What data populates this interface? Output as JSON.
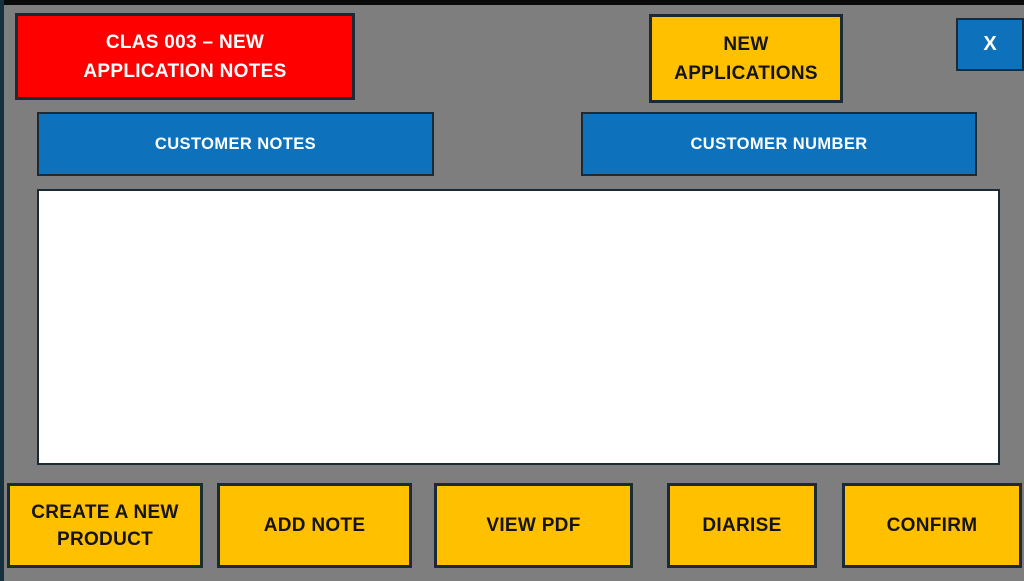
{
  "window": {
    "background": "#7e7e7e",
    "top_edge_color": "#0a0a0a",
    "left_edge_color": "#16303e"
  },
  "colors": {
    "banner_red": "#ff0000",
    "button_gold": "#ffc000",
    "header_blue": "#0e71bc",
    "border_dark": "#1b2b35",
    "text_white": "#ffffff",
    "text_black": "#141414"
  },
  "header": {
    "banner_label": "CLAS 003 – NEW APPLICATION NOTES",
    "new_applications_label": "NEW APPLICATIONS",
    "close_label": "X"
  },
  "section_headers": {
    "customer_notes_label": "CUSTOMER NOTES",
    "customer_number_label": "CUSTOMER NUMBER"
  },
  "notes_area": {
    "value": ""
  },
  "actions": [
    {
      "label": "CREATE A NEW PRODUCT"
    },
    {
      "label": "ADD NOTE"
    },
    {
      "label": "VIEW PDF"
    },
    {
      "label": "DIARISE"
    },
    {
      "label": "CONFIRM"
    }
  ]
}
